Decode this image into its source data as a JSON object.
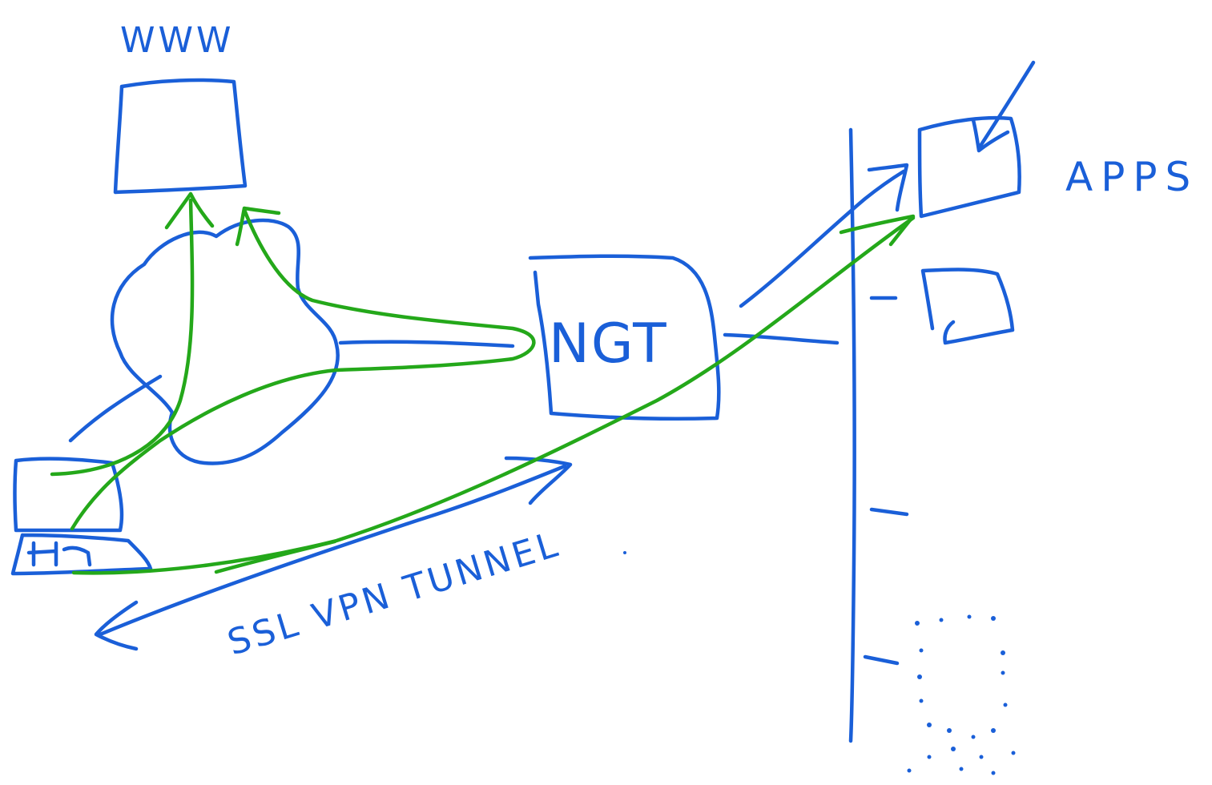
{
  "colors": {
    "ink_blue": "#1a5fd8",
    "ink_green": "#24a81a",
    "background": "#ffffff"
  },
  "labels": {
    "www": "WWW",
    "ngfw": "NGT",
    "apps": "APPS",
    "tunnel": "SSL VPN TUNNEL"
  }
}
